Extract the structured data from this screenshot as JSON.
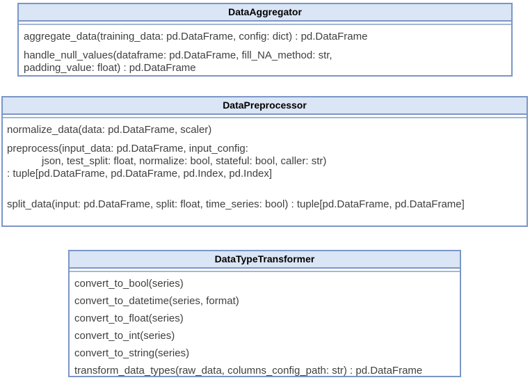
{
  "diagram_title": "UML class diagram",
  "colors": {
    "header_fill": "#dae5f5",
    "border_color": "#7b96c6",
    "divider_line": "#a3b6d4",
    "text_color": "#3f3f3f",
    "title_color": "#000000",
    "background": "#ffffff"
  },
  "classes": [
    {
      "name": "DataAggregator",
      "methods": [
        [
          "aggregate_data(training_data: pd.DataFrame, config: dict) : pd.DataFrame"
        ],
        [
          "handle_null_values(dataframe: pd.DataFrame, fill_NA_method: str,",
          "padding_value: float) : pd.DataFrame"
        ]
      ]
    },
    {
      "name": "DataPreprocessor",
      "methods": [
        [
          "normalize_data(data: pd.DataFrame, scaler)"
        ],
        [
          "preprocess(input_data: pd.DataFrame, input_config:",
          "            json, test_split: float, normalize: bool, stateful: bool, caller: str)",
          ": tuple[pd.DataFrame, pd.DataFrame, pd.Index, pd.Index]"
        ],
        [
          ""
        ],
        [
          "split_data(input: pd.DataFrame, split: float, time_series: bool) : tuple[pd.DataFrame, pd.DataFrame]"
        ]
      ]
    },
    {
      "name": "DataTypeTransformer",
      "methods": [
        [
          "convert_to_bool(series)"
        ],
        [
          "convert_to_datetime(series, format)"
        ],
        [
          "convert_to_float(series)"
        ],
        [
          "convert_to_int(series)"
        ],
        [
          "convert_to_string(series)"
        ],
        [
          "transform_data_types(raw_data, columns_config_path: str) : pd.DataFrame"
        ]
      ]
    }
  ]
}
